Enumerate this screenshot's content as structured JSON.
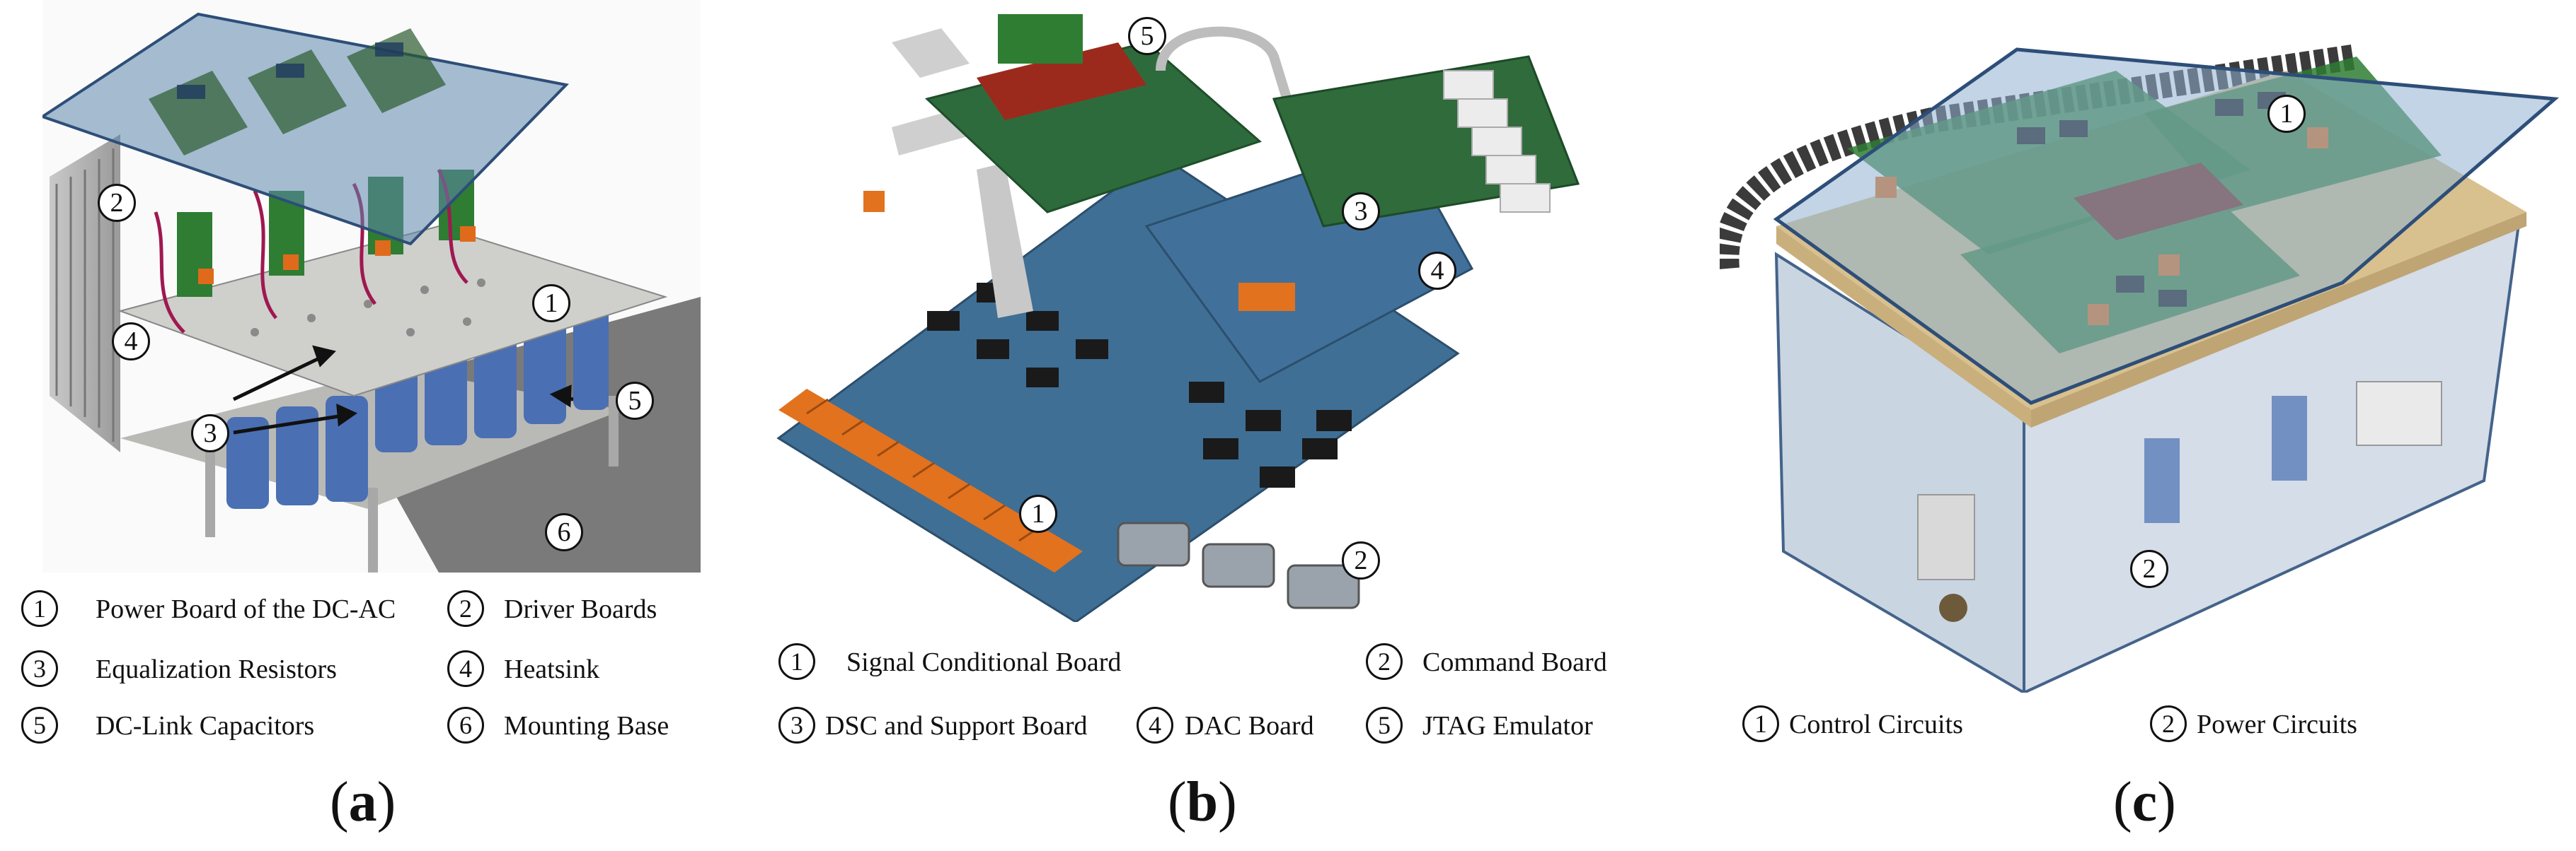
{
  "panel_a": {
    "markers": [
      "1",
      "2",
      "3",
      "4",
      "5",
      "6"
    ],
    "legend": [
      {
        "num": "1",
        "label": "Power Board of the DC-AC"
      },
      {
        "num": "2",
        "label": "Driver Boards"
      },
      {
        "num": "3",
        "label": "Equalization Resistors"
      },
      {
        "num": "4",
        "label": "Heatsink"
      },
      {
        "num": "5",
        "label": "DC-Link Capacitors"
      },
      {
        "num": "6",
        "label": "Mounting Base"
      }
    ],
    "caption_open": "(",
    "caption_letter": "a",
    "caption_close": ")"
  },
  "panel_b": {
    "markers": [
      "1",
      "2",
      "3",
      "4",
      "5"
    ],
    "legend": [
      {
        "num": "1",
        "label": "Signal Conditional Board"
      },
      {
        "num": "2",
        "label": "Command Board"
      },
      {
        "num": "3",
        "label": "DSC and Support Board"
      },
      {
        "num": "4",
        "label": "DAC Board"
      },
      {
        "num": "5",
        "label": "JTAG Emulator"
      }
    ],
    "caption_open": "(",
    "caption_letter": "b",
    "caption_close": ")"
  },
  "panel_c": {
    "markers": [
      "1",
      "2"
    ],
    "legend": [
      {
        "num": "1",
        "label": "Control Circuits"
      },
      {
        "num": "2",
        "label": "Power Circuits"
      }
    ],
    "caption_open": "(",
    "caption_letter": "c",
    "caption_close": ")"
  }
}
